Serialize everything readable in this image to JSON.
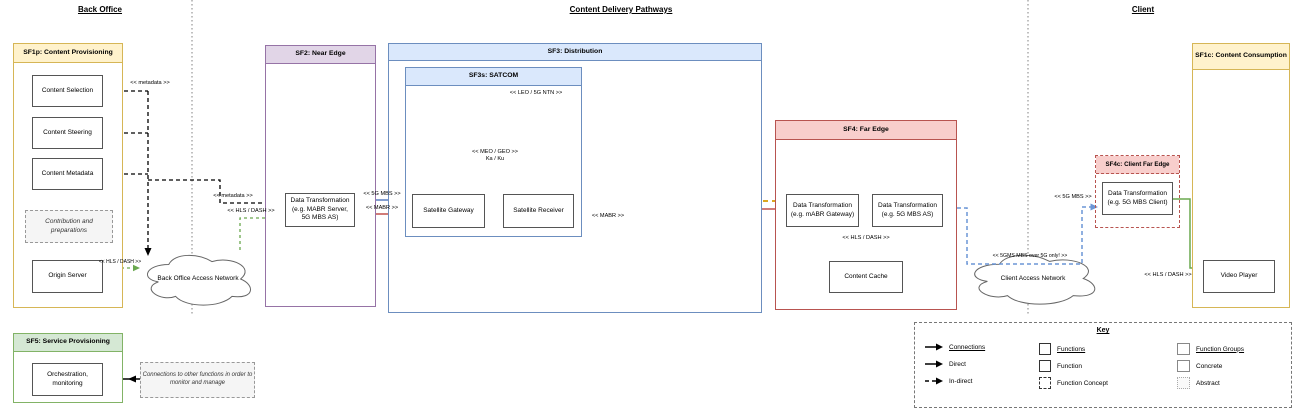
{
  "titles": {
    "back_office": "Back Office",
    "content_delivery": "Content Delivery Pathways",
    "client": "Client"
  },
  "groups": {
    "sf1p": {
      "title": "SF1p: Content Provisioning",
      "nodes": {
        "content_selection": "Content Selection",
        "content_steering": "Content Steering",
        "content_metadata": "Content Metadata",
        "contribution": "Contribution and preparations",
        "origin_server": "Origin Server"
      }
    },
    "sf2": {
      "title": "SF2: Near Edge",
      "data_transformation": "Data Transformation (e.g. MABR Server, 5G MBS AS)"
    },
    "sf3": {
      "title": "SF3: Distribution",
      "satcom": {
        "title": "SF3s: SATCOM",
        "satellite_gateway": "Satellite Gateway",
        "satellite_receiver": "Satellite Receiver"
      }
    },
    "sf4": {
      "title": "SF4: Far Edge",
      "dt_mabr": "Data Transformation (e.g. mABR Gateway)",
      "dt_5g": "Data Transformation (e.g. 5G MBS AS)",
      "content_cache": "Content Cache"
    },
    "sf4c": {
      "title": "SF4c: Client Far Edge",
      "dt_client": "Data Transformation (e.g. 5G MBS Client)"
    },
    "sf1c": {
      "title": "SF1c: Content Consumption",
      "video_player": "Video Player"
    },
    "sf5": {
      "title": "SF5: Service Provisioning",
      "orchestration": "Orchestration, monitoring",
      "note": "Connections to other functions in order to monitor and manage"
    }
  },
  "clouds": {
    "back_office": "Back Office Access Network",
    "client": "Client Access Network"
  },
  "edge_labels": {
    "metadata_sf1p": "<< metadata >>",
    "metadata_sf2": "<< metadata >>",
    "hls_dash_origin": "<< HLS / DASH >>",
    "hls_dash_sf2": "<< HLS / DASH >>",
    "mbs_sf2": "<< 5G MBS >>",
    "mabr_sf2": "<< MABR >>",
    "leo_ntn": "<< LEO / 5G NTN >>",
    "meo_geo": "<< MEO / GEO >>",
    "ka_ku": "Ka / Ku",
    "mabr_sf4": "<< MABR >>",
    "hls_dash_sf4": "<< HLS / DASH >>",
    "mbs_over_5g": "<< 5GMS MBS over 5G only! >>",
    "mbs_client": "<< 5G MBS >>",
    "hls_dash_client": "<< HLS / DASH >>"
  },
  "key": {
    "title": "Key",
    "col1": {
      "header": "Connections",
      "rows": [
        "Direct",
        "In-direct"
      ]
    },
    "col2": {
      "header": "Functions",
      "rows": [
        "Function",
        "Function Concept"
      ]
    },
    "col3": {
      "header": "Function Groups",
      "rows": [
        "Concrete",
        "Abstract"
      ]
    }
  },
  "colors": {
    "yellow_fill": "#fff2cc",
    "yellow_stroke": "#d6b656",
    "purple_fill": "#e1d5e7",
    "purple_stroke": "#9673a6",
    "blue_fill": "#dae8fc",
    "blue_stroke": "#6c8ebf",
    "red_fill": "#f8cecc",
    "red_stroke": "#b85450",
    "green_fill": "#d5e8d4",
    "green_stroke": "#82b366",
    "note_fill": "#f5f5f5",
    "edge_blue": "#5a7fc0",
    "edge_red": "#c0504d",
    "edge_green": "#6aa84f",
    "edge_orange": "#d79b00",
    "edge_blue_dashed": "#6b96d6",
    "edge_black": "#000000"
  }
}
